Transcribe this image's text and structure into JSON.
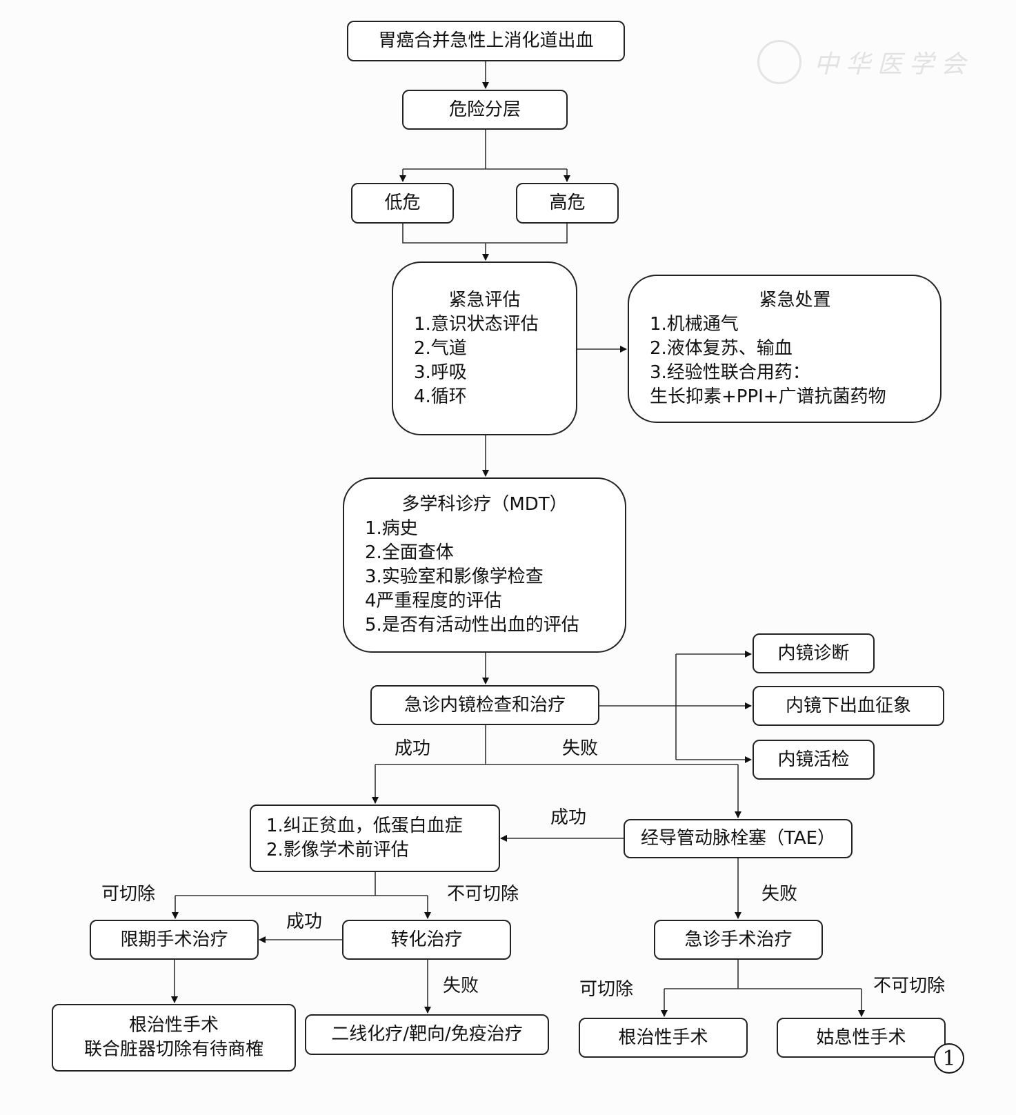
{
  "watermark": "中华医学会",
  "figure_number": "1",
  "nodes": {
    "root": "胃癌合并急性上消化道出血",
    "risk": "危险分层",
    "low": "低危",
    "high": "高危",
    "urgent_eval": {
      "title": "紧急评估",
      "items": [
        "1.意识状态评估",
        "2.气道",
        "3.呼吸",
        "4.循环"
      ]
    },
    "urgent_mgmt": {
      "title": "紧急处置",
      "items": [
        "1.机械通气",
        "2.液体复苏、输血",
        "3.经验性联合用药：",
        "生长抑素+PPI+广谱抗菌药物"
      ]
    },
    "mdt": {
      "title": "多学科诊疗（MDT）",
      "items": [
        "1.病史",
        "2.全面查体",
        "3.实验室和影像学检查",
        "4严重程度的评估",
        "5.是否有活动性出血的评估"
      ]
    },
    "endoscopy": "急诊内镜检查和治疗",
    "endo_dx": "内镜诊断",
    "endo_sign": "内镜下出血征象",
    "endo_biopsy": "内镜活检",
    "correct": [
      "1.纠正贫血，低蛋白血症",
      "2.影像学术前评估"
    ],
    "tae": "经导管动脉栓塞（TAE）",
    "elective": "限期手术治疗",
    "conversion": "转化治疗",
    "emergency_surgery": "急诊手术治疗",
    "radical_combined": [
      "根治性手术",
      "联合脏器切除有待商榷"
    ],
    "second_line": "二线化疗/靶向/免疫治疗",
    "radical": "根治性手术",
    "palliative": "姑息性手术"
  },
  "edge_labels": {
    "endo_success": "成功",
    "endo_fail": "失败",
    "tae_success": "成功",
    "resectable_left": "可切除",
    "unresectable_left": "不可切除",
    "conversion_success": "成功",
    "conversion_fail": "失败",
    "tae_fail": "失败",
    "resectable_right": "可切除",
    "unresectable_right": "不可切除"
  }
}
